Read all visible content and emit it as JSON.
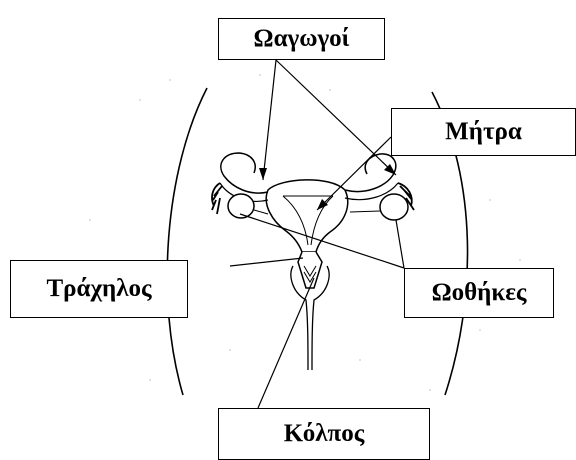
{
  "labels": {
    "oviducts": "Ωαγωγοί",
    "uterus": "Μήτρα",
    "cervix": "Τράχηλος",
    "ovaries": "Ωοθήκες",
    "vagina": "Κόλπος"
  },
  "colors": {
    "line": "#000000",
    "box_border": "#000000",
    "background": "#ffffff"
  }
}
